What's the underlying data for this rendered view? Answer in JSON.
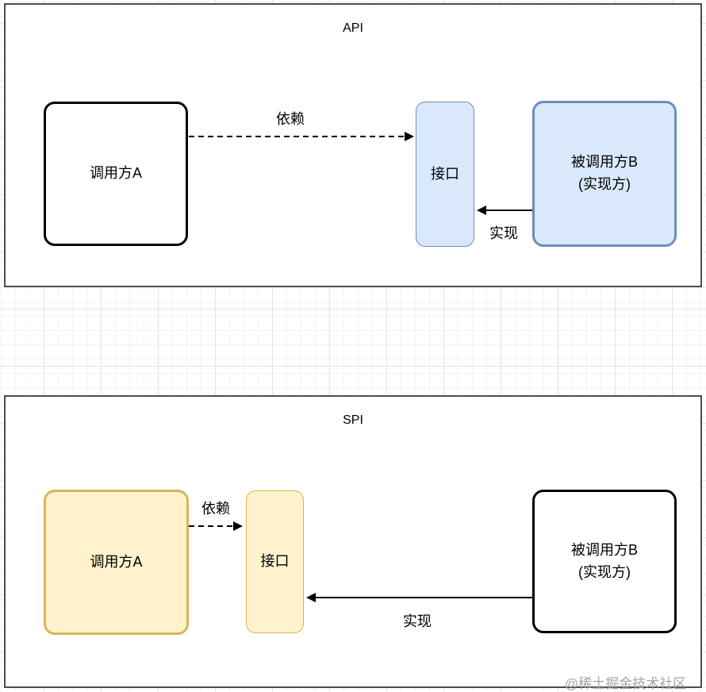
{
  "panels": [
    {
      "id": "api",
      "title": "API",
      "caller_label": "调用方A",
      "interface_label": "接口",
      "callee_label_line1": "被调用方B",
      "callee_label_line2": "(实现方)",
      "dependency_label": "依赖",
      "implementation_label": "实现"
    },
    {
      "id": "spi",
      "title": "SPI",
      "caller_label": "调用方A",
      "interface_label": "接口",
      "callee_label_line1": "被调用方B",
      "callee_label_line2": "(实现方)",
      "dependency_label": "依赖",
      "implementation_label": "实现"
    }
  ],
  "watermark": "@稀土掘金技术社区",
  "colors": {
    "panel_border": "#4d4d4d",
    "blue_fill": "#dae8fc",
    "blue_border": "#6c8ebf",
    "yellow_fill": "#fff2cc",
    "yellow_border": "#d6b656",
    "black_node_border": "#000000",
    "arrow": "#000000",
    "watermark_gray": "#a6a6a6"
  }
}
